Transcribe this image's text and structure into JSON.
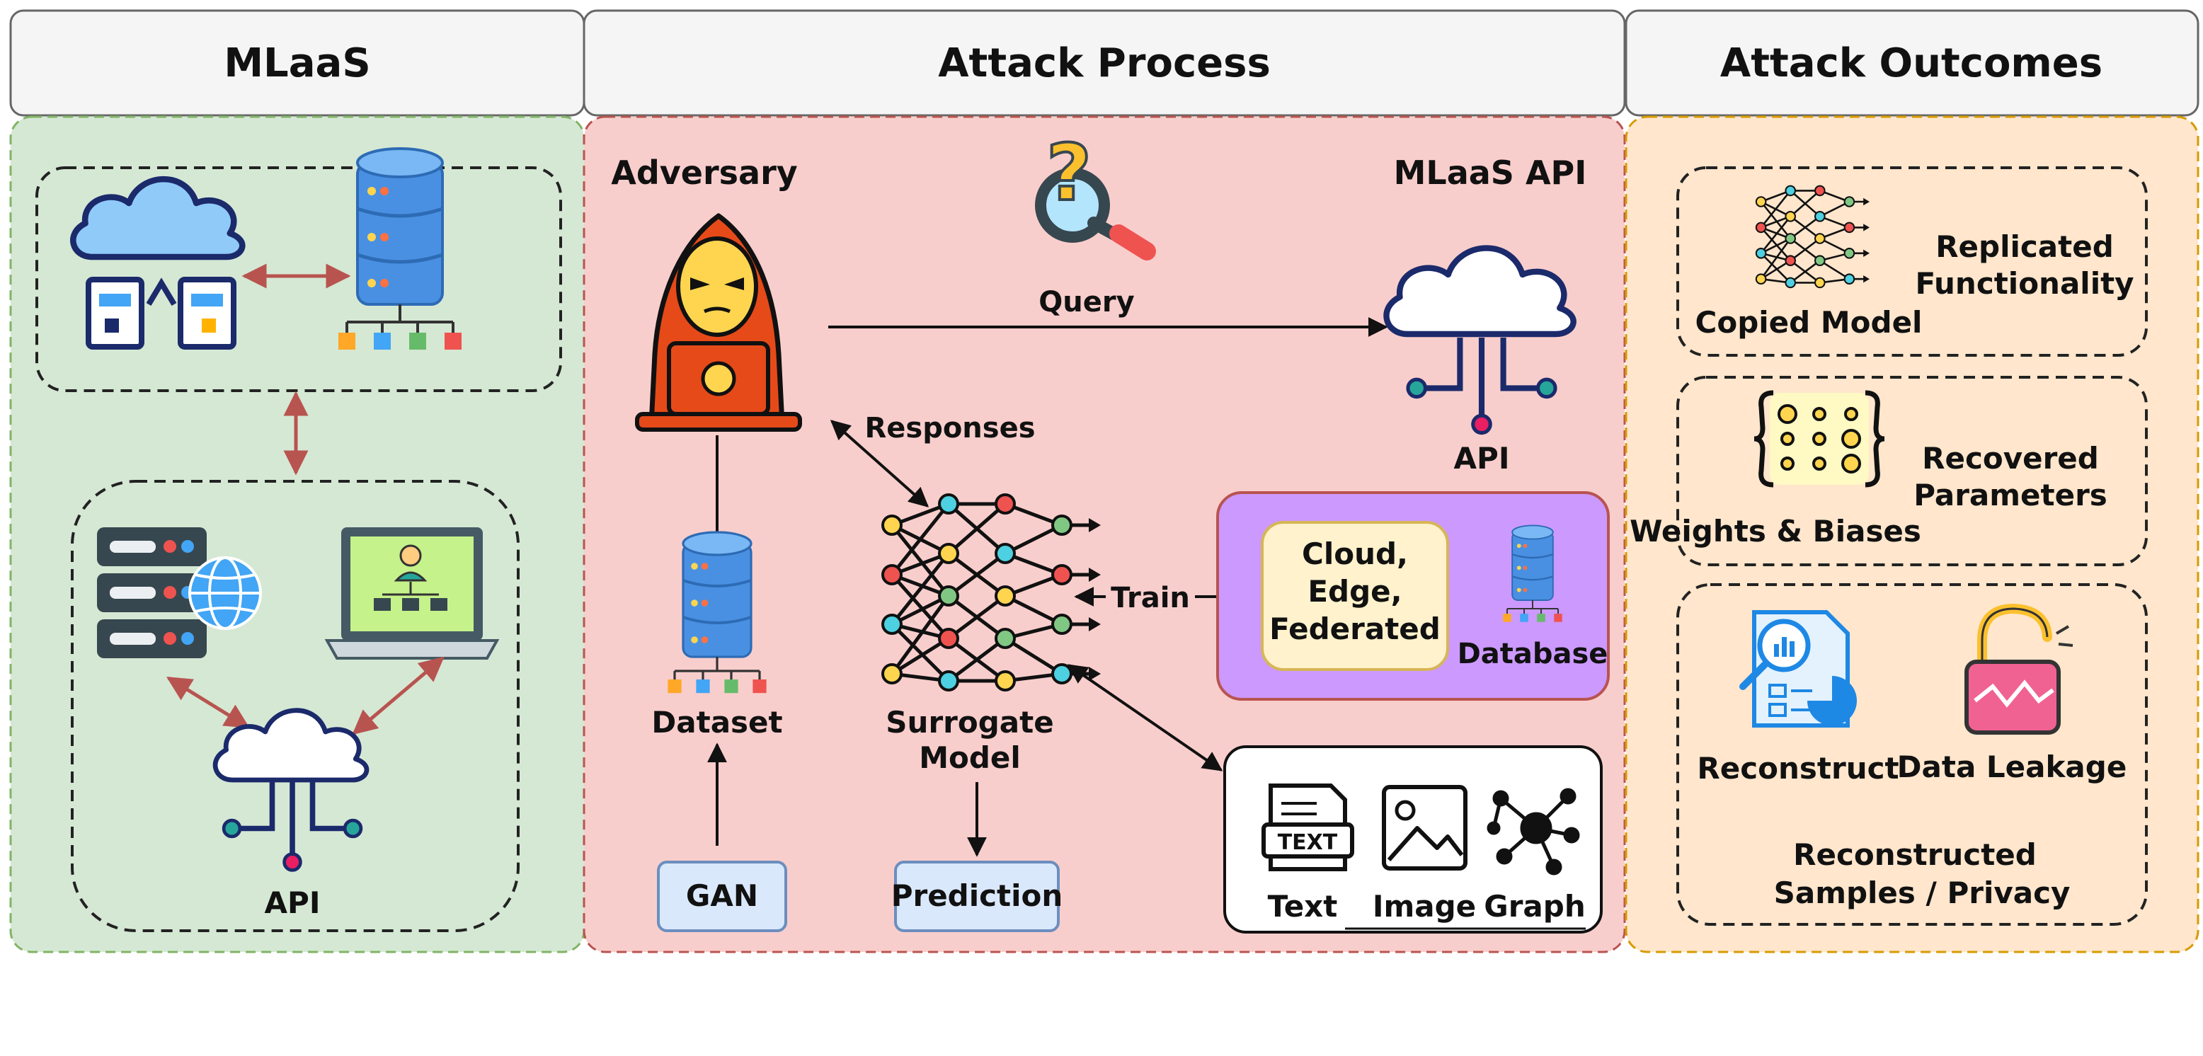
{
  "headers": {
    "mlaas": "MLaaS",
    "attack_process": "Attack Process",
    "attack_outcomes": "Attack Outcomes"
  },
  "mlaas_panel": {
    "api_label": "API"
  },
  "attack_process": {
    "adversary_label": "Adversary",
    "mlaas_api_label": "MLaaS API",
    "query_label": "Query",
    "responses_label": "Responses",
    "api_label": "API",
    "dataset_label": "Dataset",
    "surrogate_line1": "Surrogate",
    "surrogate_line2": "Model",
    "train_label": "Train",
    "deployment_line1": "Cloud,",
    "deployment_line2": "Edge,",
    "deployment_line3": "Federated",
    "database_label": "Database",
    "gan_label": "GAN",
    "prediction_label": "Prediction",
    "text_label": "Text",
    "image_label": "Image",
    "graph_label": "Graph",
    "text_icon_word": "TEXT"
  },
  "outcomes": {
    "copied_model": "Copied Model",
    "replicated_line1": "Replicated",
    "replicated_line2": "Functionality",
    "weights_biases": "Weights & Biases",
    "recovered_line1": "Recovered",
    "recovered_line2": "Parameters",
    "reconstruct": "Reconstruct",
    "data_leakage": "Data Leakage",
    "reconstructed_line1": "Reconstructed",
    "reconstructed_line2": "Samples / Privacy"
  },
  "icons": {
    "cloud": "cloud-icon",
    "database": "database-icon",
    "server": "server-rack-icon",
    "globe": "globe-icon",
    "laptop": "laptop-icon",
    "hacker": "hacker-icon",
    "magnifier": "magnifier-question-icon",
    "neural_network": "neural-network-icon",
    "document": "text-document-icon",
    "image": "image-icon",
    "graph": "graph-icon",
    "matrix": "weights-matrix-icon",
    "report": "report-icon",
    "broken_lock": "broken-lock-icon"
  },
  "colors": {
    "mlaas_bg": "#d5e8d4",
    "mlaas_border": "#82b366",
    "attack_bg": "#f8cecc",
    "attack_border": "#b85450",
    "outcome_bg": "#ffe6cc",
    "outcome_border": "#d79b00",
    "header_bg": "#f5f5f5",
    "deploy_bg": "#cc99ff",
    "deploy_inner": "#fff2cc",
    "gan_bg": "#dae8fc",
    "red_arrow": "#b85450"
  }
}
